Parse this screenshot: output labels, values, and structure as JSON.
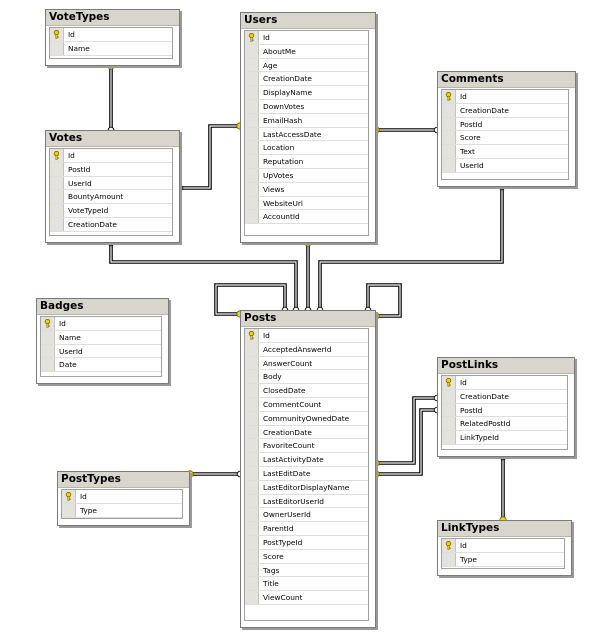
{
  "tables": [
    {
      "id": "votetypes",
      "name": "VoteTypes",
      "columns": [
        "Id",
        "Name"
      ],
      "pk": "Id"
    },
    {
      "id": "users",
      "name": "Users",
      "columns": [
        "Id",
        "AboutMe",
        "Age",
        "CreationDate",
        "DisplayName",
        "DownVotes",
        "EmailHash",
        "LastAccessDate",
        "Location",
        "Reputation",
        "UpVotes",
        "Views",
        "WebsiteUrl",
        "AccountId"
      ],
      "pk": "Id"
    },
    {
      "id": "comments",
      "name": "Comments",
      "columns": [
        "Id",
        "CreationDate",
        "PostId",
        "Score",
        "Text",
        "UserId"
      ],
      "pk": "Id"
    },
    {
      "id": "votes",
      "name": "Votes",
      "columns": [
        "Id",
        "PostId",
        "UserId",
        "BountyAmount",
        "VoteTypeId",
        "CreationDate"
      ],
      "pk": "Id"
    },
    {
      "id": "badges",
      "name": "Badges",
      "columns": [
        "Id",
        "Name",
        "UserId",
        "Date"
      ],
      "pk": "Id"
    },
    {
      "id": "posts",
      "name": "Posts",
      "columns": [
        "Id",
        "AcceptedAnswerId",
        "AnswerCount",
        "Body",
        "ClosedDate",
        "CommentCount",
        "CommunityOwnedDate",
        "CreationDate",
        "FavoriteCount",
        "LastActivityDate",
        "LastEditDate",
        "LastEditorDisplayName",
        "LastEditorUserId",
        "OwnerUserId",
        "ParentId",
        "PostTypeId",
        "Score",
        "Tags",
        "Title",
        "ViewCount"
      ],
      "pk": "Id"
    },
    {
      "id": "postlinks",
      "name": "PostLinks",
      "columns": [
        "Id",
        "CreationDate",
        "PostId",
        "RelatedPostId",
        "LinkTypeId"
      ],
      "pk": "Id"
    },
    {
      "id": "posttypes",
      "name": "PostTypes",
      "columns": [
        "Id",
        "Type"
      ],
      "pk": "Id"
    },
    {
      "id": "linktypes",
      "name": "LinkTypes",
      "columns": [
        "Id",
        "Type"
      ],
      "pk": "Id"
    }
  ],
  "relationships": [
    {
      "name": "votetypes-votes",
      "from": "VoteTypes",
      "to": "Votes"
    },
    {
      "name": "users-votes",
      "from": "Users",
      "to": "Votes"
    },
    {
      "name": "users-comments",
      "from": "Users",
      "to": "Comments"
    },
    {
      "name": "users-posts",
      "from": "Users",
      "to": "Posts"
    },
    {
      "name": "votes-posts",
      "from": "Votes",
      "to": "Posts"
    },
    {
      "name": "comments-posts",
      "from": "Comments",
      "to": "Posts"
    },
    {
      "name": "posts-self-1",
      "from": "Posts",
      "to": "Posts"
    },
    {
      "name": "posts-self-2",
      "from": "Posts",
      "to": "Posts"
    },
    {
      "name": "posts-postlinks-1",
      "from": "Posts",
      "to": "PostLinks"
    },
    {
      "name": "posts-postlinks-2",
      "from": "Posts",
      "to": "PostLinks"
    },
    {
      "name": "posttypes-posts",
      "from": "PostTypes",
      "to": "Posts"
    },
    {
      "name": "linktypes-postlinks",
      "from": "LinkTypes",
      "to": "PostLinks"
    }
  ],
  "colors": {
    "title_bg": "#d8d6cc",
    "key": "#e8c800",
    "line": "#000000"
  }
}
